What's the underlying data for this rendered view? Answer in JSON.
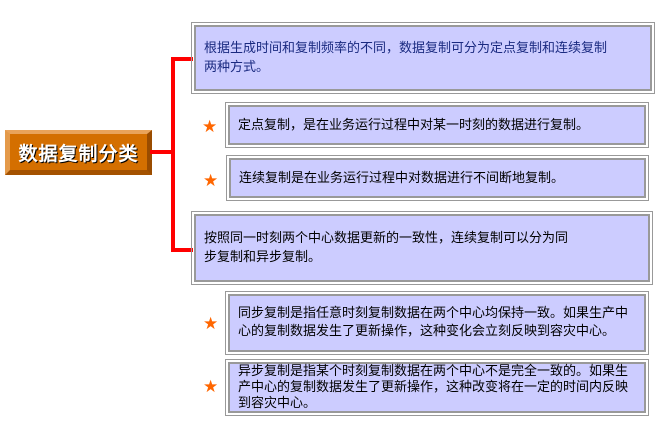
{
  "root": {
    "label": "数据复制分类"
  },
  "branches": [
    {
      "text": "根据生成时间和复制频率的不同，数据复制可分为定点复制和连续复制两种方式。",
      "children": [
        "定点复制，是在业务运行过程中对某一时刻的数据进行复制。",
        "连续复制是在业务运行过程中对数据进行不间断地复制。"
      ]
    },
    {
      "text": "按照同一时刻两个中心数据更新的一致性，连续复制可以分为同步复制和异步复制。",
      "children": [
        "同步复制是指任意时刻复制数据在两个中心均保持一致。如果生产中心的复制数据发生了更新操作，这种变化会立刻反映到容灾中心。",
        "异步复制是指某个时刻复制数据在两个中心不是完全一致的。如果生产中心的复制数据发生了更新操作，这种改变将在一定的时间内反映到容灾中心。"
      ]
    }
  ],
  "colors": {
    "root": "#d46f00",
    "line": "#ff0000",
    "box": "#ccccff",
    "star": "#ff6600"
  }
}
